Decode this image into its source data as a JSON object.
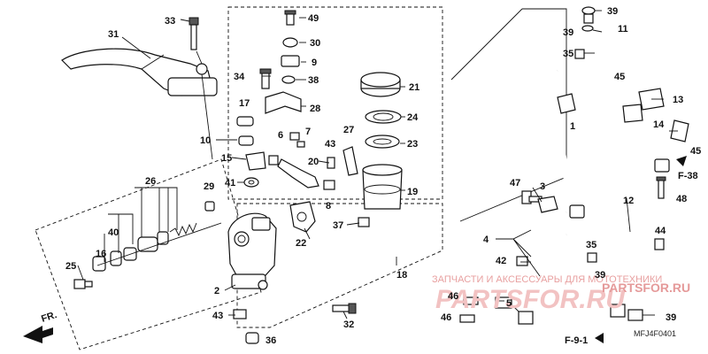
{
  "diagram": {
    "part_numbers": [
      "1",
      "2",
      "3",
      "4",
      "5",
      "6",
      "7",
      "8",
      "9",
      "10",
      "11",
      "12",
      "13",
      "14",
      "15",
      "16",
      "17",
      "18",
      "19",
      "20",
      "21",
      "22",
      "23",
      "24",
      "25",
      "26",
      "27",
      "28",
      "29",
      "30",
      "31",
      "32",
      "33",
      "34",
      "35",
      "36",
      "37",
      "38",
      "39",
      "40",
      "41",
      "42",
      "43",
      "44",
      "45",
      "46",
      "47",
      "48",
      "49"
    ],
    "labels": {
      "p33": "33",
      "p31": "31",
      "p49": "49",
      "p30": "30",
      "p9": "9",
      "p38": "38",
      "p34": "34",
      "p21": "21",
      "p28": "28",
      "p17": "17",
      "p24": "24",
      "p10": "10",
      "p6": "6",
      "p7": "7",
      "p27": "27",
      "p23": "23",
      "p43a": "43",
      "p15": "15",
      "p20": "20",
      "p41": "41",
      "p19": "19",
      "p26": "26",
      "p29": "29",
      "p8": "8",
      "p40": "40",
      "p16": "16",
      "p22": "22",
      "p37": "37",
      "p25": "25",
      "p18": "18",
      "p2": "2",
      "p43b": "43",
      "p32": "32",
      "p36": "36",
      "r39a": "39",
      "r11": "11",
      "r39b": "39",
      "r35a": "35",
      "r45a": "45",
      "r13": "13",
      "r1": "1",
      "r14": "14",
      "r45b": "45",
      "r47": "47",
      "r3": "3",
      "r48": "48",
      "r12": "12",
      "r4": "4",
      "r44": "44",
      "r35b": "35",
      "r42": "42",
      "r39c": "39",
      "r46a": "46",
      "r5": "5",
      "r46b": "46",
      "r39d": "39"
    },
    "refs": {
      "f38": "F-38",
      "f91": "F-9-1",
      "fr": "FR."
    },
    "diagram_code": "MFJ4F0401",
    "watermark": {
      "line1": "ЗАПЧАСТИ И АКСЕССУАРЫ ДЛЯ МОТОТЕХНИКИ",
      "line2": "PARTSFOR.RU",
      "line3": "PARTSFOR.RU"
    }
  }
}
